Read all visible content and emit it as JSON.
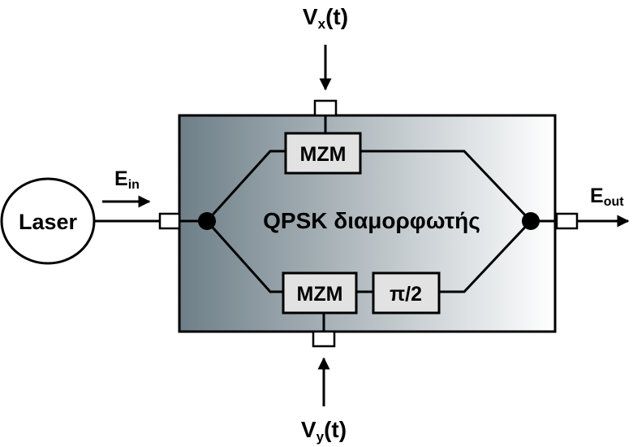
{
  "source": {
    "label": "Laser"
  },
  "input_field": {
    "symbol": "E",
    "subscript": "in"
  },
  "output_field": {
    "symbol": "E",
    "subscript": "out"
  },
  "drive_top": {
    "symbol": "V",
    "subscript": "x",
    "suffix": "(t)"
  },
  "drive_bottom": {
    "symbol": "V",
    "subscript": "y",
    "suffix": "(t)"
  },
  "modulator": {
    "title": "QPSK διαμορφωτής",
    "upper_branch": {
      "mzm_label": "MZM"
    },
    "lower_branch": {
      "mzm_label": "MZM",
      "phase_shift_label": "π/2"
    }
  },
  "colors": {
    "box_gradient_left": "#6e7f88",
    "box_gradient_right": "#ffffff",
    "component_fill": "#e2e2e2",
    "line": "#000000"
  }
}
